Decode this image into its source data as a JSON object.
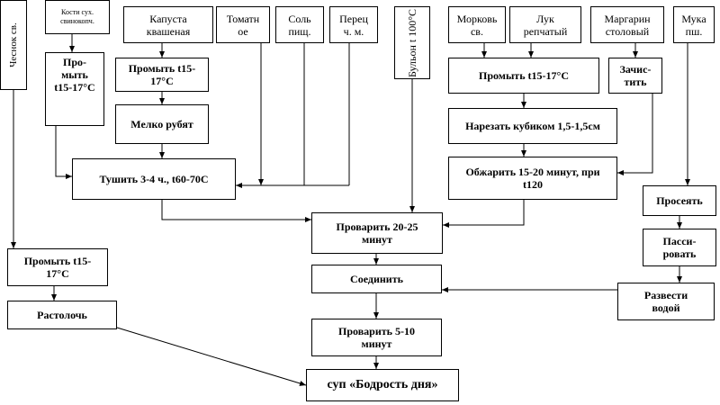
{
  "ingredients": {
    "garlic": "Чеснок св.",
    "bones": "Кости сух.\nсвинокопч.",
    "cabbage": "Капуста\nквашеная",
    "tomato": "Томатн\nое",
    "salt": "Соль\nпищ.",
    "pepper": "Перец\nч. м.",
    "broth": "Бульон t\n100°С",
    "carrot": "Морковь\nсв.",
    "onion": "Лук\nрепчатый",
    "margarine": "Маргарин\nстоловый",
    "flour": "Мука\nпш."
  },
  "steps": {
    "bones_wash": "Про-\nмыть\nt15-17°С",
    "cabbage_wash": "Промыть t15-\n17°С",
    "cabbage_chop": "Мелко рубят",
    "stew": "Тушить 3-4 ч., t60-70С",
    "veg_wash": "Промыть t15-17°С",
    "margarine_clean": "Зачис-\nтить",
    "veg_dice": "Нарезать кубиком 1,5-1,5см",
    "veg_fry": "Обжарить 15-20 минут, при\nt120",
    "flour_sift": "Просеять",
    "flour_saute": "Пасси-\nровать",
    "boil_1": "Проварить 20-25\nминут",
    "garlic_wash": "Промыть t15-\n17°С",
    "combine": "Соединить",
    "dilute": "Развести\nводой",
    "garlic_crush": "Растолочь",
    "boil_2": "Проварить 5-10\nминут",
    "result": "суп «Бодрость дня»"
  }
}
